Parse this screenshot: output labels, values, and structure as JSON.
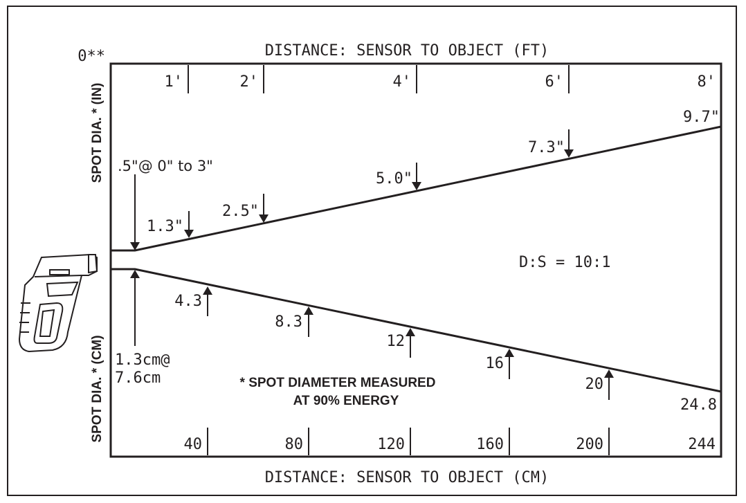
{
  "title_top": "DISTANCE: SENSOR TO OBJECT (FT)",
  "title_bottom": "DISTANCE: SENSOR TO OBJECT (CM)",
  "origin_label": "0**",
  "left_label_top": "SPOT DIA. * (IN)",
  "left_label_bottom": "SPOT DIA. * (CM)",
  "ratio_label": "D:S = 10:1",
  "footnote": [
    "* SPOT DIAMETER MEASURED",
    "AT 90% ENERGY"
  ],
  "ft_ticks": [
    "1'",
    "2'",
    "4'",
    "6'",
    "8'"
  ],
  "cm_ticks": [
    "40",
    "80",
    "120",
    "160",
    "200",
    "244"
  ],
  "inch_spots": {
    "near": ".5\"@ 0\" to 3\"",
    "values": [
      "1.3\"",
      "2.5\"",
      "5.0\"",
      "7.3\"",
      "9.7\""
    ]
  },
  "cm_spots": {
    "near": [
      "1.3cm@",
      "7.6cm"
    ],
    "values": [
      "4.3",
      "8.3",
      "12",
      "16",
      "20",
      "24.8"
    ]
  },
  "colors": {
    "ink": "#231f20",
    "background": "#ffffff"
  },
  "icons": [
    "infrared-thermometer-icon"
  ]
}
